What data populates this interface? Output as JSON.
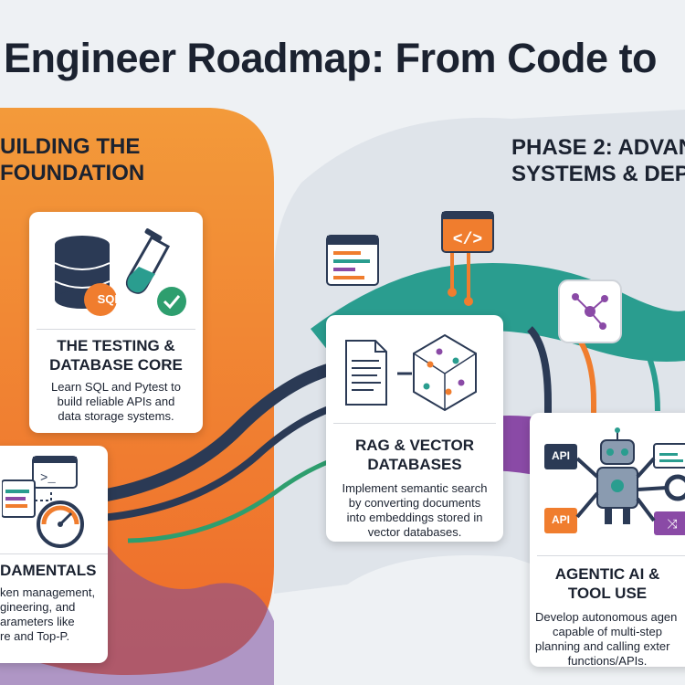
{
  "title": "Engineer Roadmap: From Code to",
  "phase1": {
    "line1": "UILDING THE",
    "line2": "FOUNDATION"
  },
  "phase2": {
    "line1": "PHASE 2: ADVAN",
    "line2": "SYSTEMS & DEPL"
  },
  "cards": {
    "testing": {
      "title_l1": "THE TESTING &",
      "title_l2": "DATABASE CORE",
      "desc_l1": "Learn SQL and Pytest to",
      "desc_l2": "build reliable APIs and",
      "desc_l3": "data storage systems.",
      "sql_label": "SQL"
    },
    "fundamentals": {
      "title_l1": "DAMENTALS",
      "desc_l1": "ken management,",
      "desc_l2": "gineering, and",
      "desc_l3": "arameters like",
      "desc_l4": "re and Top-P."
    },
    "rag": {
      "title_l1": "RAG & VECTOR",
      "title_l2": "DATABASES",
      "desc_l1": "Implement semantic search",
      "desc_l2": "by converting documents",
      "desc_l3": "into embeddings stored in",
      "desc_l4": "vector databases."
    },
    "agentic": {
      "title_l1": "AGENTIC AI &",
      "title_l2": "TOOL USE",
      "desc_l1": "Develop autonomous agen",
      "desc_l2": "capable of multi-step",
      "desc_l3": "planning and calling exter",
      "desc_l4": "functions/APIs.",
      "api_label": "API"
    }
  },
  "colors": {
    "orange": "#f07d2e",
    "teal": "#2a9d8f",
    "navy": "#2b3a55",
    "purple": "#8a4aa6",
    "green": "#2e9e6e"
  }
}
